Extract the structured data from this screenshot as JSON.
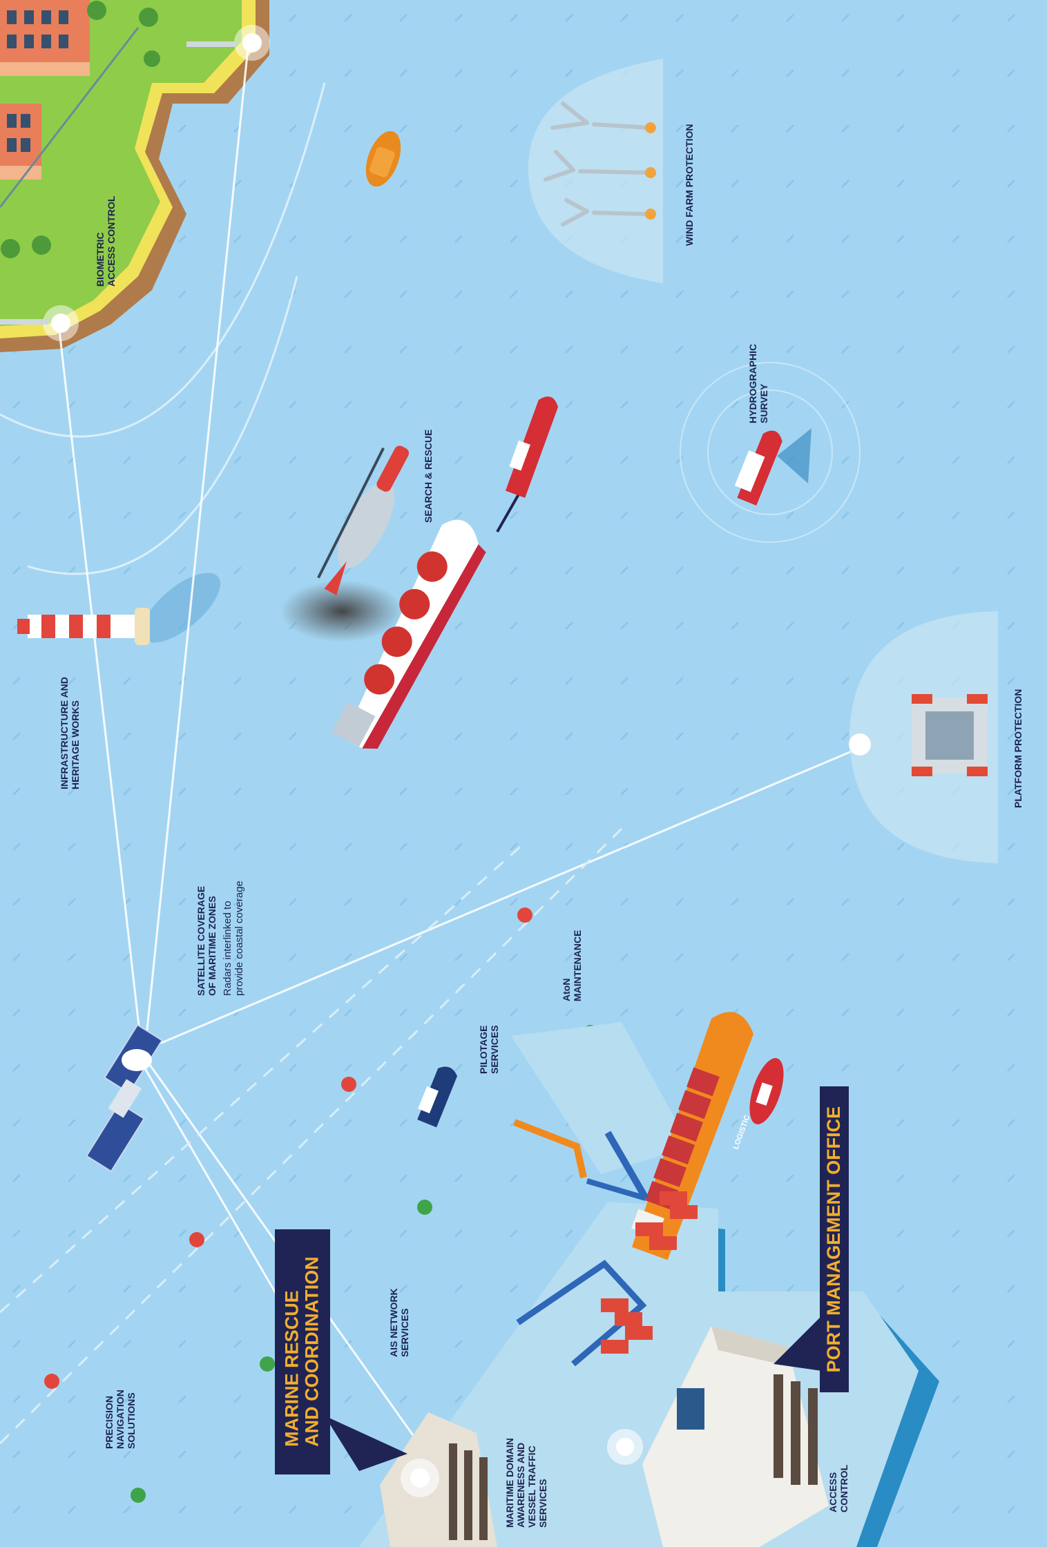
{
  "banners": {
    "marine_rescue": "MARINE RESCUE\nAND COORDINATION",
    "port_management": "PORT MANAGEMENT OFFICE"
  },
  "labels": {
    "biometric": "BIOMETRIC\nACCESS CONTROL",
    "infrastructure": "INFRASTRUCTURE AND\nHERITAGE WORKS",
    "satellite_title": "SATELLITE COVERAGE\nOF MARITIME ZONES",
    "satellite_sub": "Radars interlinked to\nprovide coastal coverage",
    "search_rescue": "SEARCH & RESCUE",
    "wind_farm": "WIND FARM PROTECTION",
    "hydrographic": "HYDROGRAPHIC\nSURVEY",
    "platform": "PLATFORM PROTECTION",
    "aton": "AtoN\nMAINTENANCE",
    "pilotage": "PILOTAGE\nSERVICES",
    "ais": "AIS NETWORK\nSERVICES",
    "precision": "PRECISION\nNAVIGATION\nSOLUTIONS",
    "maritime_domain": "MARITIME DOMAIN\nAWARENESS AND\nVESSEL TRAFFIC\nSERVICES",
    "access_control": "ACCESS\nCONTROL"
  },
  "ship_text": "LOGISTIC",
  "colors": {
    "sea": "#a3d5f2",
    "land": "#8fcc4a",
    "banner_bg": "#1f2455",
    "banner_text": "#f2ae2e",
    "label_text": "#1c2350",
    "port_platform": "#b7ddf0",
    "buoy_red": "#e2453c",
    "buoy_green": "#3fa34a"
  }
}
